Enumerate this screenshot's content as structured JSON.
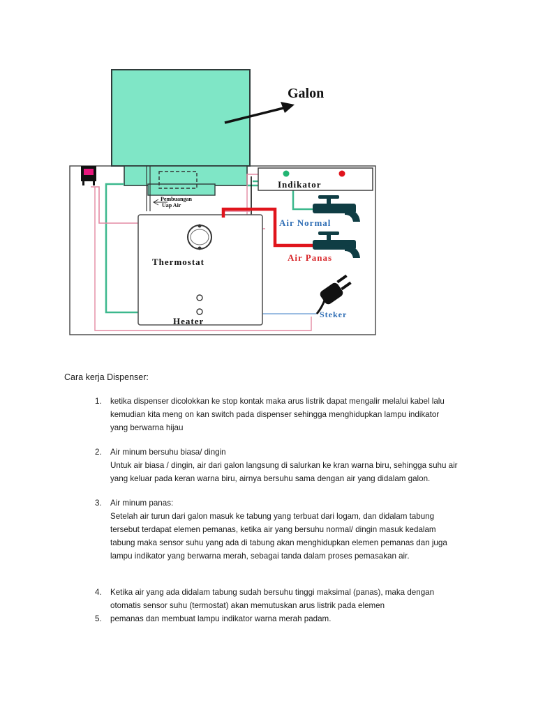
{
  "diagram": {
    "labels": {
      "galon": "Galon",
      "indikator": "Indikator",
      "pembuangan_line1": "Pembuangan",
      "pembuangan_line2": "Uap Air",
      "air_normal": "Air Normal",
      "air_panas": "Air Panas",
      "thermostat": "Thermostat",
      "heater": "Heater",
      "steker": "Steker"
    },
    "colors": {
      "galon_fill": "#7fe6c6",
      "wire_green": "#3cb88d",
      "wire_pink": "#e48aa3",
      "pipe_red": "#e0141c",
      "indicator_green": "#22b573",
      "indicator_red": "#e0141c",
      "label_blue": "#2e6db4",
      "label_red": "#d8282c",
      "tap_dark": "#0f3d44",
      "switch_pink": "#e8177d"
    }
  },
  "document": {
    "heading": "Cara kerja Dispenser:",
    "items": [
      {
        "number": "1.",
        "lines": [
          "ketika dispenser dicolokkan ke stop kontak maka arus listrik dapat mengalir melalui kabel lalu",
          "kemudian kita  meng on kan switch pada dispenser sehingga  menghidupkan lampu indikator",
          "yang berwarna hijau"
        ]
      },
      {
        "number": "2.",
        "lines": [
          "Air minum bersuhu biasa/ dingin",
          "Untuk air biasa / dingin, air dari galon langsung di salurkan ke kran warna biru, sehingga suhu air",
          "yang keluar pada keran warna biru, airnya bersuhu sama dengan air yang didalam galon."
        ]
      },
      {
        "number": "3.",
        "lines": [
          "Air minum panas:",
          "Setelah air turun dari galon  masuk ke tabung yang terbuat dari logam, dan didalam tabung",
          "tersebut terdapat elemen pemanas, ketika air yang bersuhu normal/ dingin  masuk kedalam",
          "tabung maka sensor suhu yang ada di tabung akan menghidupkan elemen pemanas dan juga",
          "lampu indikator yang berwarna merah, sebagai tanda dalam proses pemasakan air."
        ]
      },
      {
        "number": "4.",
        "lines": [
          "Ketika air yang ada didalam tabung sudah bersuhu tinggi maksimal (panas), maka dengan",
          "otomatis sensor suhu (termostat) akan memutuskan arus listrik pada elemen"
        ]
      },
      {
        "number": "5.",
        "lines": [
          "pemanas dan membuat lampu indikator warna merah padam."
        ]
      }
    ]
  }
}
